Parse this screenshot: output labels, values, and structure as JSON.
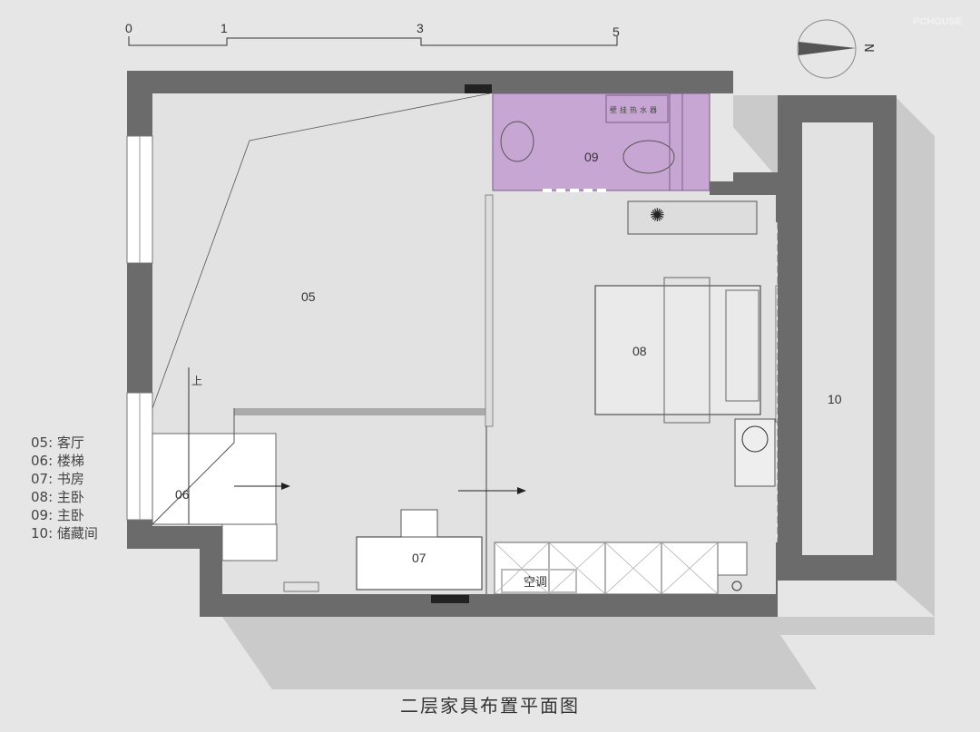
{
  "title": "二层家具布置平面图",
  "watermark": "PCHOUSE",
  "north_label": "N",
  "scale_bar": {
    "ticks": [
      "0",
      "1",
      "3",
      "5"
    ]
  },
  "rooms": {
    "r05": "05",
    "r06": "06",
    "r07": "07",
    "r08": "08",
    "r09": "09",
    "r10": "10"
  },
  "annotations": {
    "stair_up": "上",
    "air_conditioner": "空调",
    "water_heater": "壁挂热水器"
  },
  "legend": [
    {
      "code": "05:",
      "name": "客厅"
    },
    {
      "code": "06:",
      "name": "楼梯"
    },
    {
      "code": "07:",
      "name": "书房"
    },
    {
      "code": "08:",
      "name": "主卧"
    },
    {
      "code": "09:",
      "name": "主卧"
    },
    {
      "code": "10:",
      "name": "储藏间"
    }
  ],
  "colors": {
    "wall": "#6b6b6b",
    "floor": "#e2e2e2",
    "bathroom": "#c9a8d4",
    "shadow": "#cbcbcb"
  }
}
